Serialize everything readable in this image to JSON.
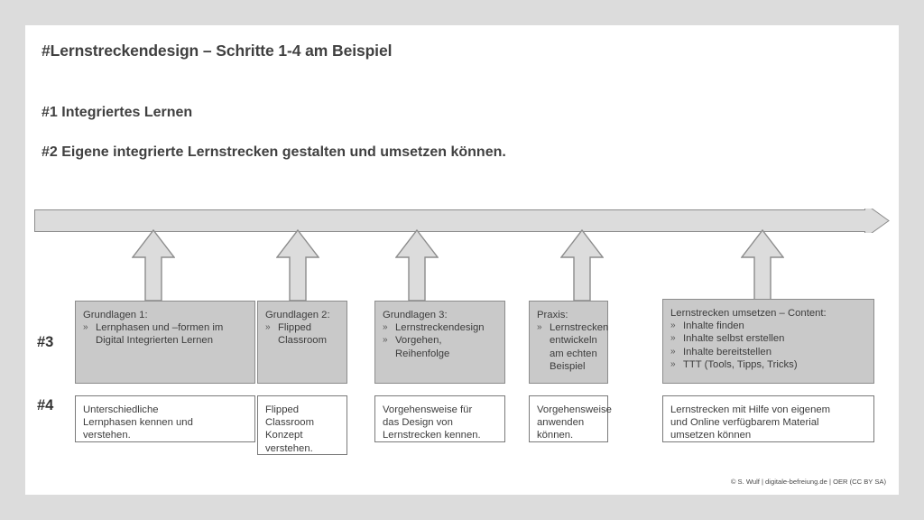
{
  "slide": {
    "title": "#Lernstreckendesign – Schritte 1-4 am Beispiel",
    "subtitle_1": "#1 Integriertes Lernen",
    "subtitle_2": "#2 Eigene integrierte Lernstrecken gestalten und umsetzen können.",
    "footer": "© S. Wulf | digitale-befreiung.de | OER (CC BY SA)"
  },
  "rows": {
    "label_3": "#3",
    "label_4": "#4"
  },
  "colors": {
    "page_background": "#dcdcdc",
    "slide_background": "#ffffff",
    "grey_box_fill": "#c9c9c9",
    "grey_box_border": "#8c8c8c",
    "white_box_border": "#7a7a7a",
    "arrow_fill": "#dcdcdc",
    "arrow_border": "#8c8c8c",
    "heading_text": "#404040",
    "body_text": "#3c3c3c"
  },
  "bullet_mark": "»",
  "row3_boxes": [
    {
      "title": "Grundlagen 1:",
      "bullets": [
        "Lernphasen und –formen im Digital Integrierten Lernen"
      ]
    },
    {
      "title": "Grundlagen 2:",
      "bullets": [
        "Flipped Classroom"
      ]
    },
    {
      "title": "Grundlagen 3:",
      "bullets": [
        "Lernstreckendesign",
        "Vorgehen, Reihenfolge"
      ]
    },
    {
      "title": "Praxis:",
      "bullets": [
        "Lernstrecken entwickeln am echten Beispiel"
      ]
    },
    {
      "title": "Lernstrecken umsetzen – Content:",
      "bullets": [
        "Inhalte finden",
        "Inhalte selbst erstellen",
        "Inhalte bereitstellen",
        "TTT (Tools, Tipps, Tricks)"
      ]
    }
  ],
  "row4_boxes": [
    {
      "text": "Unterschiedliche\nLernphasen kennen und\nverstehen."
    },
    {
      "text": "Flipped\nClassroom\nKonzept\nverstehen."
    },
    {
      "text": "Vorgehensweise für\ndas Design von\nLernstrecken kennen."
    },
    {
      "text": "Vorgehensweise\nanwenden\nkönnen."
    },
    {
      "text": "Lernstrecken mit Hilfe von eigenem\nund Online verfügbarem Material\numsetzen können"
    }
  ]
}
